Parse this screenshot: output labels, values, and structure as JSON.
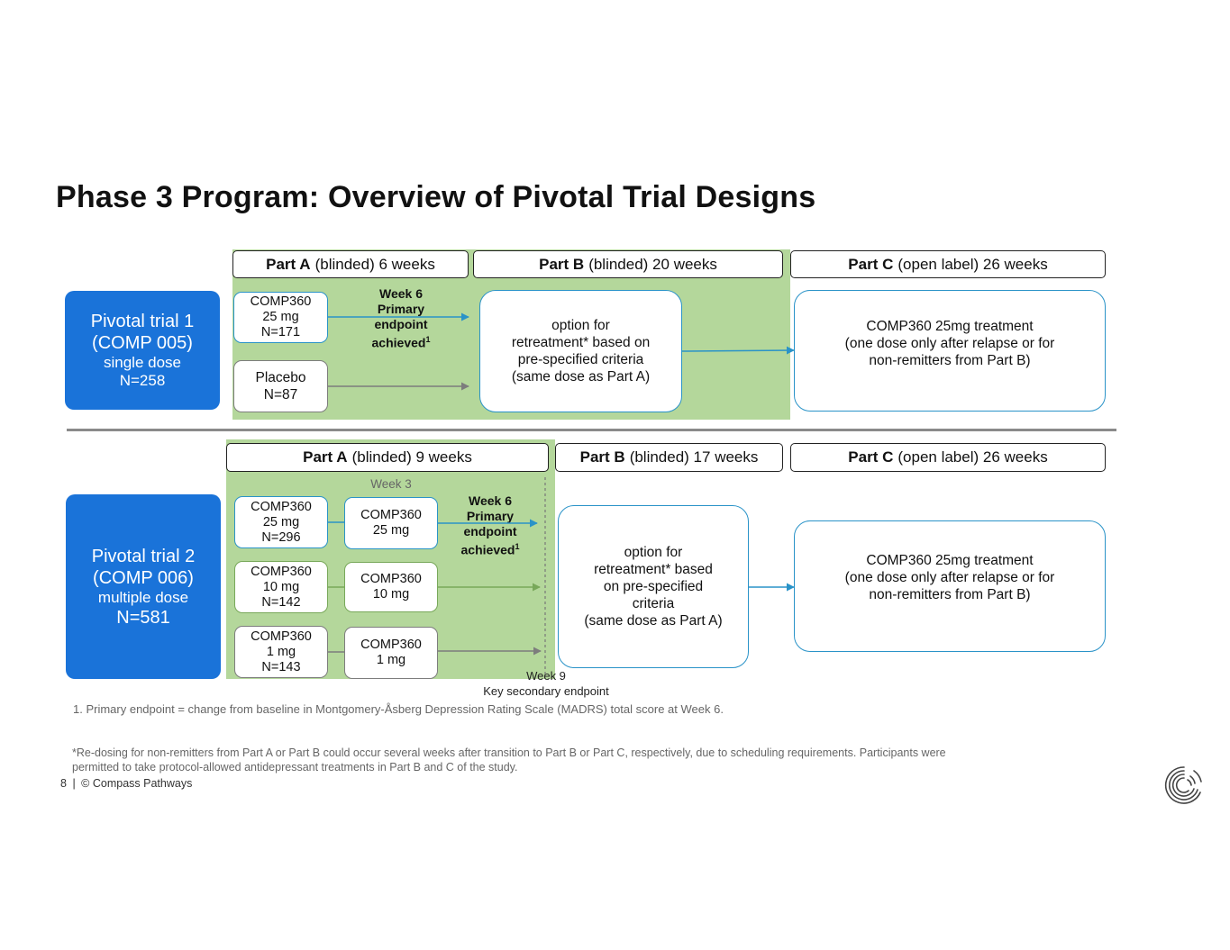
{
  "title": "Phase 3 Program: Overview of Pivotal Trial Designs",
  "colors": {
    "trial_blue": "#1a73d9",
    "phase_green": "#b4d79b",
    "arrow_blue": "#2a93c8",
    "arrow_green": "#78a85a",
    "arrow_grey": "#7d7d7d"
  },
  "trial1": {
    "name_line1": "Pivotal trial 1",
    "name_line2": "(COMP 005)",
    "design": "single dose",
    "n": "N=258",
    "part_a": {
      "bold": "Part A",
      "rest": "(blinded) 6 weeks"
    },
    "part_b": {
      "bold": "Part B",
      "rest": "(blinded) 20 weeks"
    },
    "part_c": {
      "bold": "Part C",
      "rest": "(open label) 26 weeks"
    },
    "arms": [
      {
        "line1": "COMP360",
        "line2": "25 mg",
        "line3": "N=171"
      },
      {
        "line1": "Placebo",
        "line2": "N=87"
      }
    ],
    "endpoint": {
      "l1": "Week 6",
      "l2": "Primary",
      "l3": "endpoint",
      "l4": "achieved",
      "sup": "1"
    },
    "part_b_box": [
      "option for",
      "retreatment* based on",
      "pre-specified criteria",
      "(same dose as Part A)"
    ],
    "part_c_box": [
      "COMP360 25mg treatment",
      "(one dose only after relapse or for",
      "non-remitters from Part B)"
    ]
  },
  "trial2": {
    "name_line1": "Pivotal trial 2",
    "name_line2": "(COMP 006)",
    "design": "multiple dose",
    "n": "N=581",
    "part_a": {
      "bold": "Part A",
      "rest": "(blinded) 9 weeks"
    },
    "part_b": {
      "bold": "Part B",
      "rest": "(blinded) 17 weeks"
    },
    "part_c": {
      "bold": "Part C",
      "rest": "(open label) 26 weeks"
    },
    "week3_label": "Week 3",
    "week9_label": "Week 9",
    "key_secondary": "Key secondary endpoint",
    "arms": [
      {
        "line1": "COMP360",
        "line2": "25 mg",
        "line3": "N=296",
        "second_line1": "COMP360",
        "second_line2": "25 mg"
      },
      {
        "line1": "COMP360",
        "line2": "10 mg",
        "line3": "N=142",
        "second_line1": "COMP360",
        "second_line2": "10 mg"
      },
      {
        "line1": "COMP360",
        "line2": "1 mg",
        "line3": "N=143",
        "second_line1": "COMP360",
        "second_line2": "1 mg"
      }
    ],
    "endpoint": {
      "l1": "Week 6",
      "l2": "Primary",
      "l3": "endpoint",
      "l4": "achieved",
      "sup": "1"
    },
    "part_b_box": [
      "option for",
      "retreatment* based",
      "on pre-specified",
      "criteria",
      "(same dose as Part A)"
    ],
    "part_c_box": [
      "COMP360 25mg treatment",
      "(one dose only after relapse or for",
      "non-remitters from Part B)"
    ]
  },
  "footnotes": {
    "note1": "1. Primary endpoint = change from baseline in Montgomery-Åsberg Depression Rating Scale (MADRS) total score at Week 6.",
    "note_star_line1": "*Re-dosing for non-remitters from Part A or Part B could occur several weeks after transition to Part B or Part C, respectively, due to scheduling requirements. Participants were",
    "note_star_line2": "permitted to take protocol-allowed antidepressant treatments in Part B and C of the study."
  },
  "footer": {
    "page": "8",
    "separator": "|",
    "copyright": "© Compass Pathways"
  },
  "logo_icon": "compass-pathways-logo-icon"
}
